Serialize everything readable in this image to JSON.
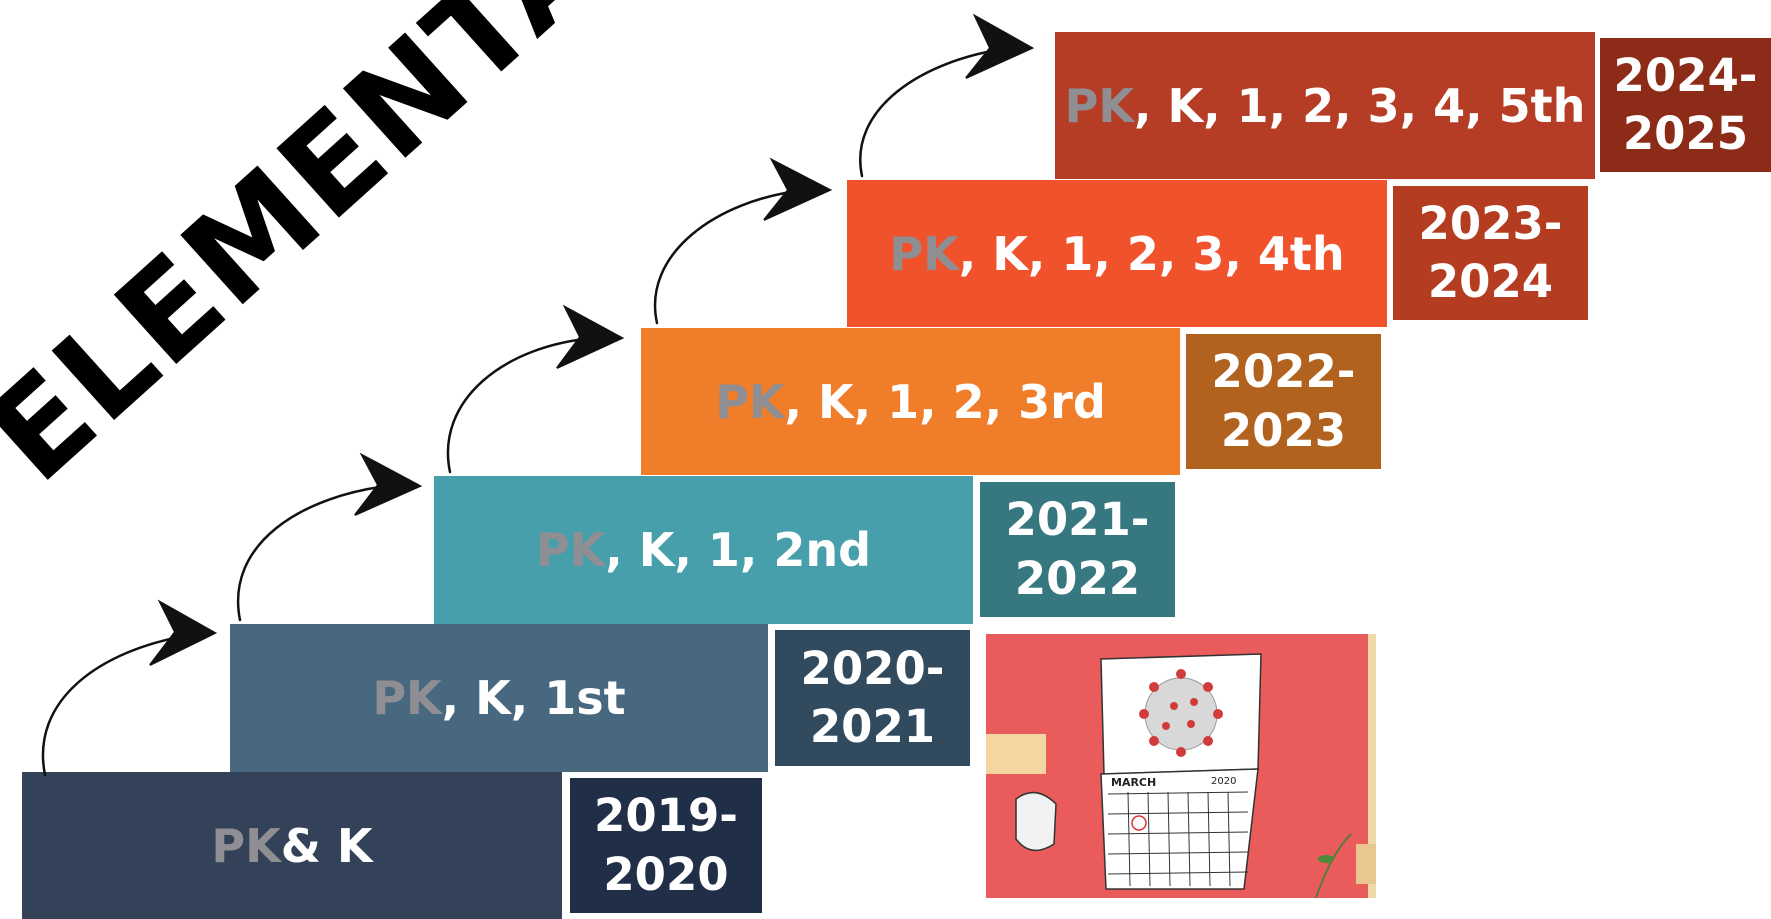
{
  "title": "ELEMENTARY",
  "steps": [
    {
      "pk": "PK",
      "rest": " & K",
      "year": "2019-\n2020",
      "color": "#334259",
      "year_color": "#212e47"
    },
    {
      "pk": "PK",
      "rest": ", K, 1st",
      "year": "2020-\n2021",
      "color": "#47687e",
      "year_color": "#324a5e"
    },
    {
      "pk": "PK",
      "rest": ", K, 1, 2nd",
      "year": "2021-\n2022",
      "color": "#479fab",
      "year_color": "#377880"
    },
    {
      "pk": "PK",
      "rest": ", K, 1, 2, 3rd",
      "year": "2022-\n2023",
      "color": "#ef7d2a",
      "year_color": "#b1621e"
    },
    {
      "pk": "PK",
      "rest": ", K, 1, 2, 3, 4th",
      "year": "2023-\n2024",
      "color": "#f0522c",
      "year_color": "#b43d21"
    },
    {
      "pk": "PK",
      "rest": ", K, 1, 2, 3, 4, 5th",
      "year": "2024-\n2025",
      "color": "#b53d26",
      "year_color": "#8c2b17"
    }
  ],
  "image": {
    "calendar_month": "MARCH",
    "calendar_year": "2020"
  }
}
